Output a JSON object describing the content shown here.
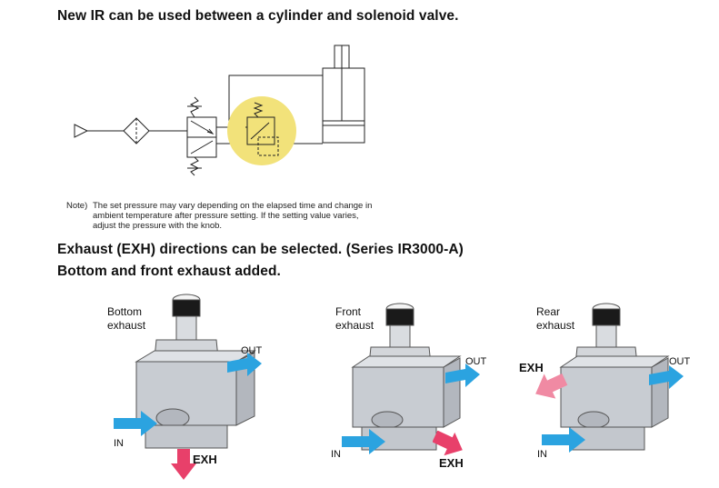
{
  "heading1": "New IR can be used between a cylinder and solenoid valve.",
  "note_tag": "Note)",
  "note_text": "The set pressure may vary depending on the elapsed time and change in ambient temperature after pressure setting. If the setting value varies, adjust the pressure with the knob.",
  "heading2": "Exhaust (EXH) directions can be selected. (Series IR3000-A)",
  "heading3": "Bottom and front exhaust added.",
  "products": [
    {
      "caption_line1": "Bottom",
      "caption_line2": "exhaust",
      "in_label": "IN",
      "out_label": "OUT",
      "exh_label": "EXH"
    },
    {
      "caption_line1": "Front",
      "caption_line2": "exhaust",
      "in_label": "IN",
      "out_label": "OUT",
      "exh_label": "EXH"
    },
    {
      "caption_line1": "Rear",
      "caption_line2": "exhaust",
      "in_label": "IN",
      "out_label": "OUT",
      "exh_label": "EXH"
    }
  ],
  "colors": {
    "highlight": "#f2e27a",
    "arrow_blue": "#2ba3e0",
    "arrow_red": "#e8406a",
    "body_gray": "#c8ccd2"
  }
}
